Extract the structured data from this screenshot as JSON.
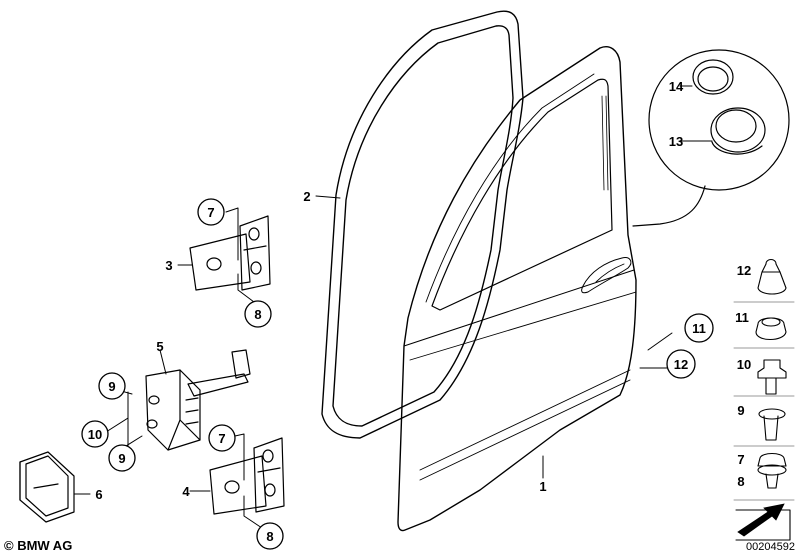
{
  "diagram": {
    "callouts": {
      "c1": "1",
      "c2": "2",
      "c3": "3",
      "c4": "4",
      "c5": "5",
      "c6": "6",
      "c7a": "7",
      "c8a": "8",
      "c7b": "7",
      "c8b": "8",
      "c9a": "9",
      "c10": "10",
      "c9b": "9",
      "c11": "11",
      "c12": "12",
      "c13": "13",
      "c14": "14"
    },
    "legend": {
      "l12": "12",
      "l11": "11",
      "l10": "10",
      "l9": "9",
      "l7": "7",
      "l8": "8"
    }
  },
  "footer": {
    "copyright": "© BMW AG",
    "part_number": "00204592"
  }
}
